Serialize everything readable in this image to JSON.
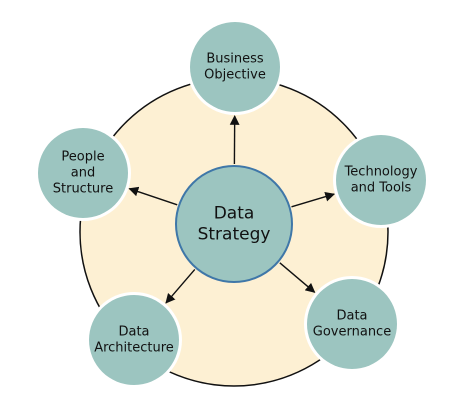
{
  "colors": {
    "background": "#ffffff",
    "ring_fill": "#fdf0d3",
    "ring_stroke": "#111111",
    "node_fill": "#9cc5c0",
    "node_stroke_outer": "#ffffff",
    "center_stroke": "#3f77a8",
    "arrow": "#111111"
  },
  "diagram": {
    "center": {
      "lines": [
        "Data",
        "Strategy"
      ]
    },
    "nodes": [
      {
        "id": "business-objective",
        "lines": [
          "Business",
          "Objective"
        ]
      },
      {
        "id": "technology-and-tools",
        "lines": [
          "Technology",
          "and Tools"
        ]
      },
      {
        "id": "data-governance",
        "lines": [
          "Data",
          "Governance"
        ]
      },
      {
        "id": "data-architecture",
        "lines": [
          "Data",
          "Architecture"
        ]
      },
      {
        "id": "people-and-structure",
        "lines": [
          "People",
          "and",
          "Structure"
        ]
      }
    ]
  }
}
